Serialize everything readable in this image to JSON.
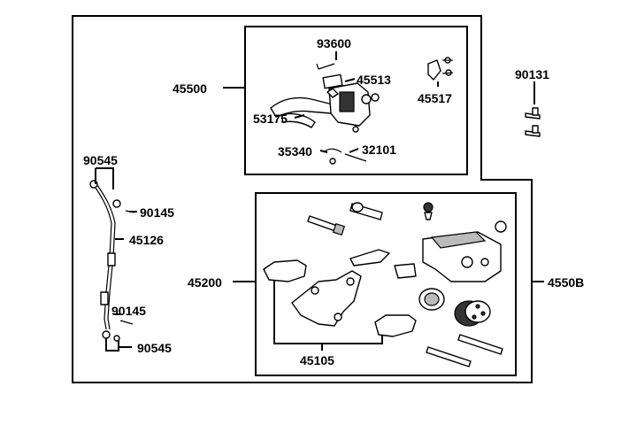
{
  "labels": {
    "p93600": "93600",
    "p45513": "45513",
    "p45517": "45517",
    "p45500": "45500",
    "p53175": "53175",
    "p35340": "35340",
    "p32101": "32101",
    "p90131": "90131",
    "p90545_top": "90545",
    "p90145_top": "90145",
    "p45126": "45126",
    "p90145_bottom": "90145",
    "p90545_bottom": "90545",
    "p45200": "45200",
    "p45105": "45105",
    "p4550B": "4550B"
  }
}
